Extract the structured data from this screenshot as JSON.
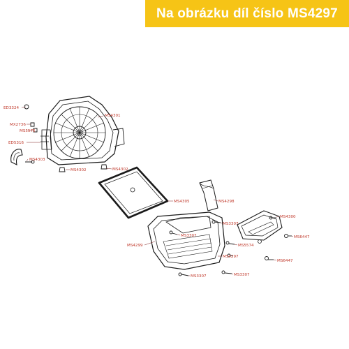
{
  "banner": {
    "text": "Na obrázku díl číslo MS4297",
    "background": "#f6c416",
    "text_color": "#ffffff"
  },
  "diagram": {
    "label_color": "#c0392b",
    "callouts": [
      "ED3324",
      "MS4301",
      "MX2736",
      "MS5576",
      "ED5316",
      "MS4303",
      "MS4302",
      "MS4302",
      "MS4305",
      "MS4298",
      "MS3307",
      "MS4300",
      "MS3307",
      "MS4299",
      "MS5574",
      "MS6447",
      "MS4297",
      "MS6447",
      "MS3307",
      "MS3307"
    ]
  }
}
